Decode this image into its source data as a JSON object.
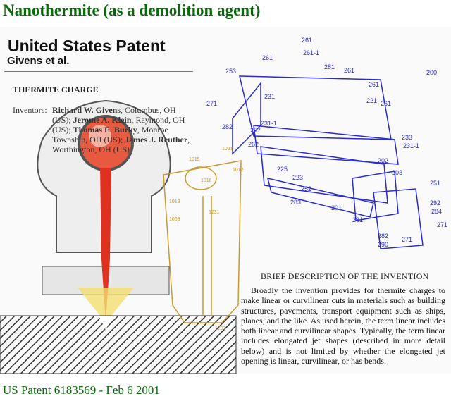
{
  "title": "Nanothermite (as a demolition agent)",
  "caption": "US Patent 6183569 - Feb 6 2001",
  "patent": {
    "heading": "United States Patent",
    "assignee": "Givens et al.",
    "invention_title": "THERMITE CHARGE",
    "inventors_label": "Inventors:",
    "inventors": [
      {
        "name": "Richard W. Givens",
        "place": ", Columbus, OH (US); "
      },
      {
        "name": "Jerome A. Klein",
        "place": ", Raymond, OH (US); "
      },
      {
        "name": "Thomas E. Burky",
        "place": ", Monroe Township, OH (US); "
      },
      {
        "name": "James J. Reuther",
        "place": ", Worthington, OH (US)"
      }
    ],
    "brief_heading": "BRIEF DESCRIPTION OF THE INVENTION",
    "brief_text": "Broadly the invention provides for thermite charges to make linear or curvilinear cuts in materials such as building structures, pavements, transport equipment such as ships, planes, and the like. As used herein, the term linear includes both linear and curvilinear shapes. Typically, the term linear includes elongated jet shapes (described in more detail below) and is not limited by whether the elongated jet opening is linear, curvilinear, or has bends."
  },
  "figure_labels_blue": [
    "261",
    "261-1",
    "261",
    "281",
    "261",
    "261",
    "221",
    "200",
    "253",
    "231",
    "271",
    "261",
    "231-1",
    "282",
    "257",
    "233",
    "262",
    "231-1",
    "225",
    "202",
    "203",
    "223",
    "251",
    "283",
    "252",
    "201",
    "292",
    "284",
    "271",
    "281",
    "282",
    "290",
    "271"
  ],
  "figure_labels_gold": [
    "1021",
    "1012",
    "1015",
    "1016",
    "1013",
    "1231",
    "1003",
    "1207"
  ],
  "colors": {
    "title": "#0a6a0a",
    "blue_drawing": "#2a2ad0",
    "gold_drawing": "#c89a30",
    "red_charge": "#e03020"
  }
}
